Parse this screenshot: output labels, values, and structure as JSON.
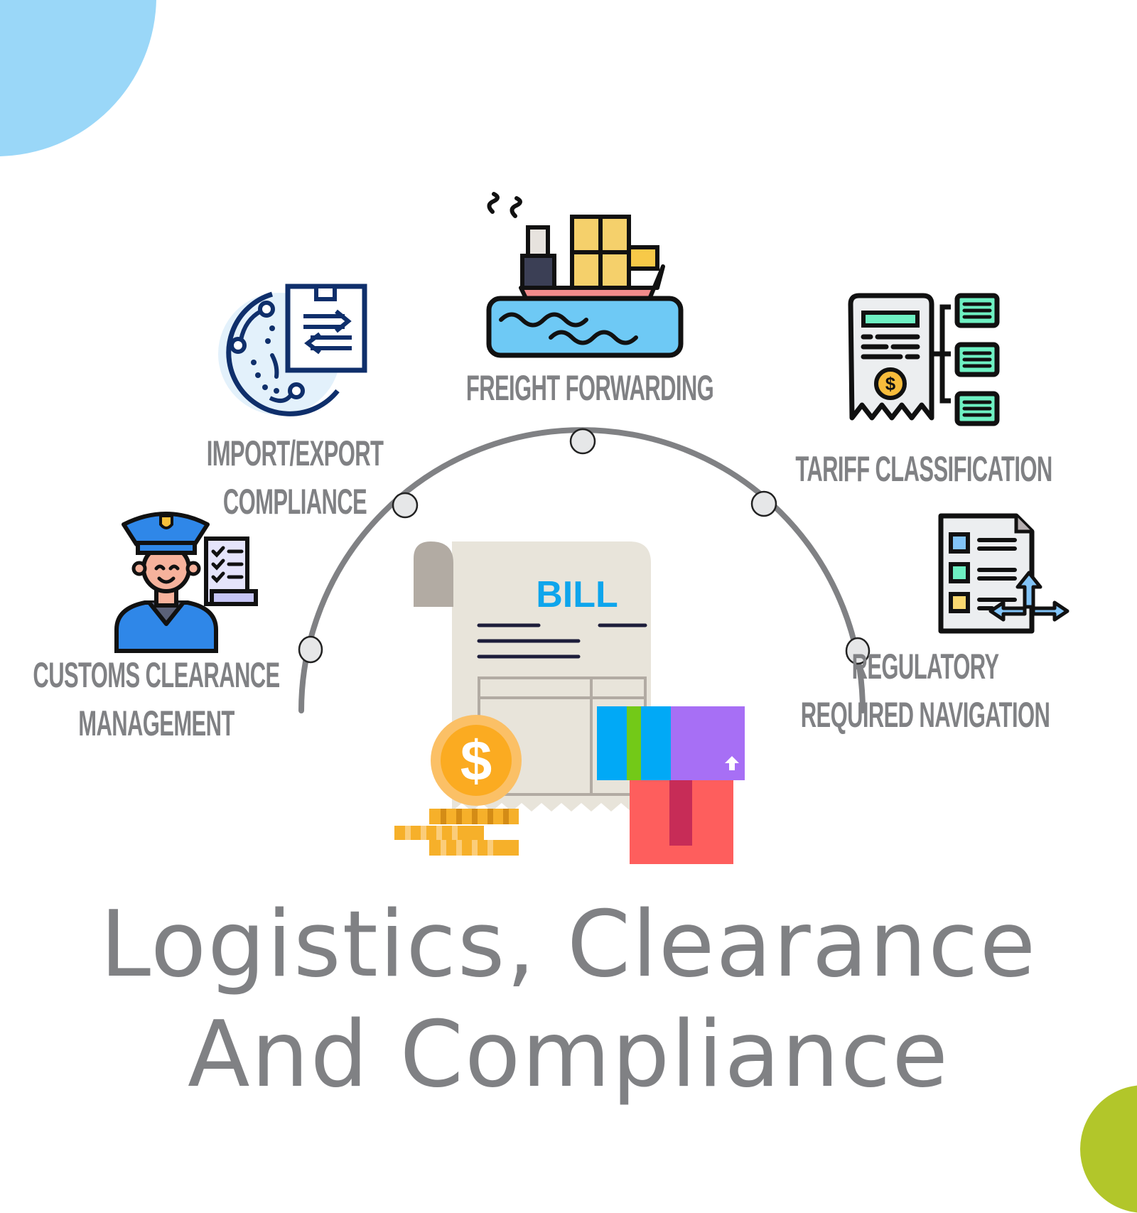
{
  "decor": {
    "top_left_circle_color": "#9ad7f8",
    "bottom_right_circle_color": "#b2c62a"
  },
  "arc": {
    "color": "#808184",
    "node_fill": "#e6e7e8",
    "node_count": 5
  },
  "center": {
    "bill_label": "BILL",
    "bill_color": "#0ea5ec"
  },
  "items": [
    {
      "id": "customs",
      "line1": "CUSTOMS CLEARANCE",
      "line2": "MANAGEMENT",
      "icon": "customs-officer-icon"
    },
    {
      "id": "import_export",
      "line1": "IMPORT/EXPORT",
      "line2": "COMPLIANCE",
      "icon": "globe-import-export-icon"
    },
    {
      "id": "freight",
      "line1": "FREIGHT FORWARDING",
      "icon": "cargo-ship-icon"
    },
    {
      "id": "tariff",
      "line1": "TARIFF CLASSIFICATION",
      "icon": "tariff-receipt-icon"
    },
    {
      "id": "regulatory",
      "line1": "REGULATORY",
      "line2": "REQUIRED NAVIGATION",
      "icon": "regulatory-document-icon"
    }
  ],
  "title": {
    "line1": "Logistics, Clearance",
    "line2": "And Compliance",
    "color": "#808184"
  }
}
